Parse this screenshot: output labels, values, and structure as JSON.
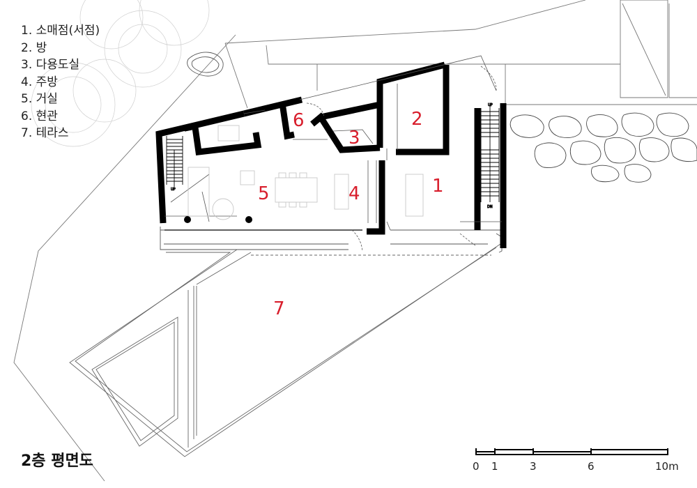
{
  "legend": [
    {
      "num": "1.",
      "label": "소매점(서점)"
    },
    {
      "num": "2.",
      "label": "방"
    },
    {
      "num": "3.",
      "label": "다용도실"
    },
    {
      "num": "4.",
      "label": "주방"
    },
    {
      "num": "5.",
      "label": "거실"
    },
    {
      "num": "6.",
      "label": "현관"
    },
    {
      "num": "7.",
      "label": "테라스"
    }
  ],
  "room_labels": [
    "1",
    "2",
    "3",
    "4",
    "5",
    "6",
    "7"
  ],
  "title": "2층 평면도",
  "scale_bar": {
    "ticks": [
      "0",
      "1",
      "3",
      "6",
      "10m"
    ]
  },
  "stair_labels": {
    "up_left": "UP",
    "up_right": "UP",
    "dn_right": "DN"
  }
}
